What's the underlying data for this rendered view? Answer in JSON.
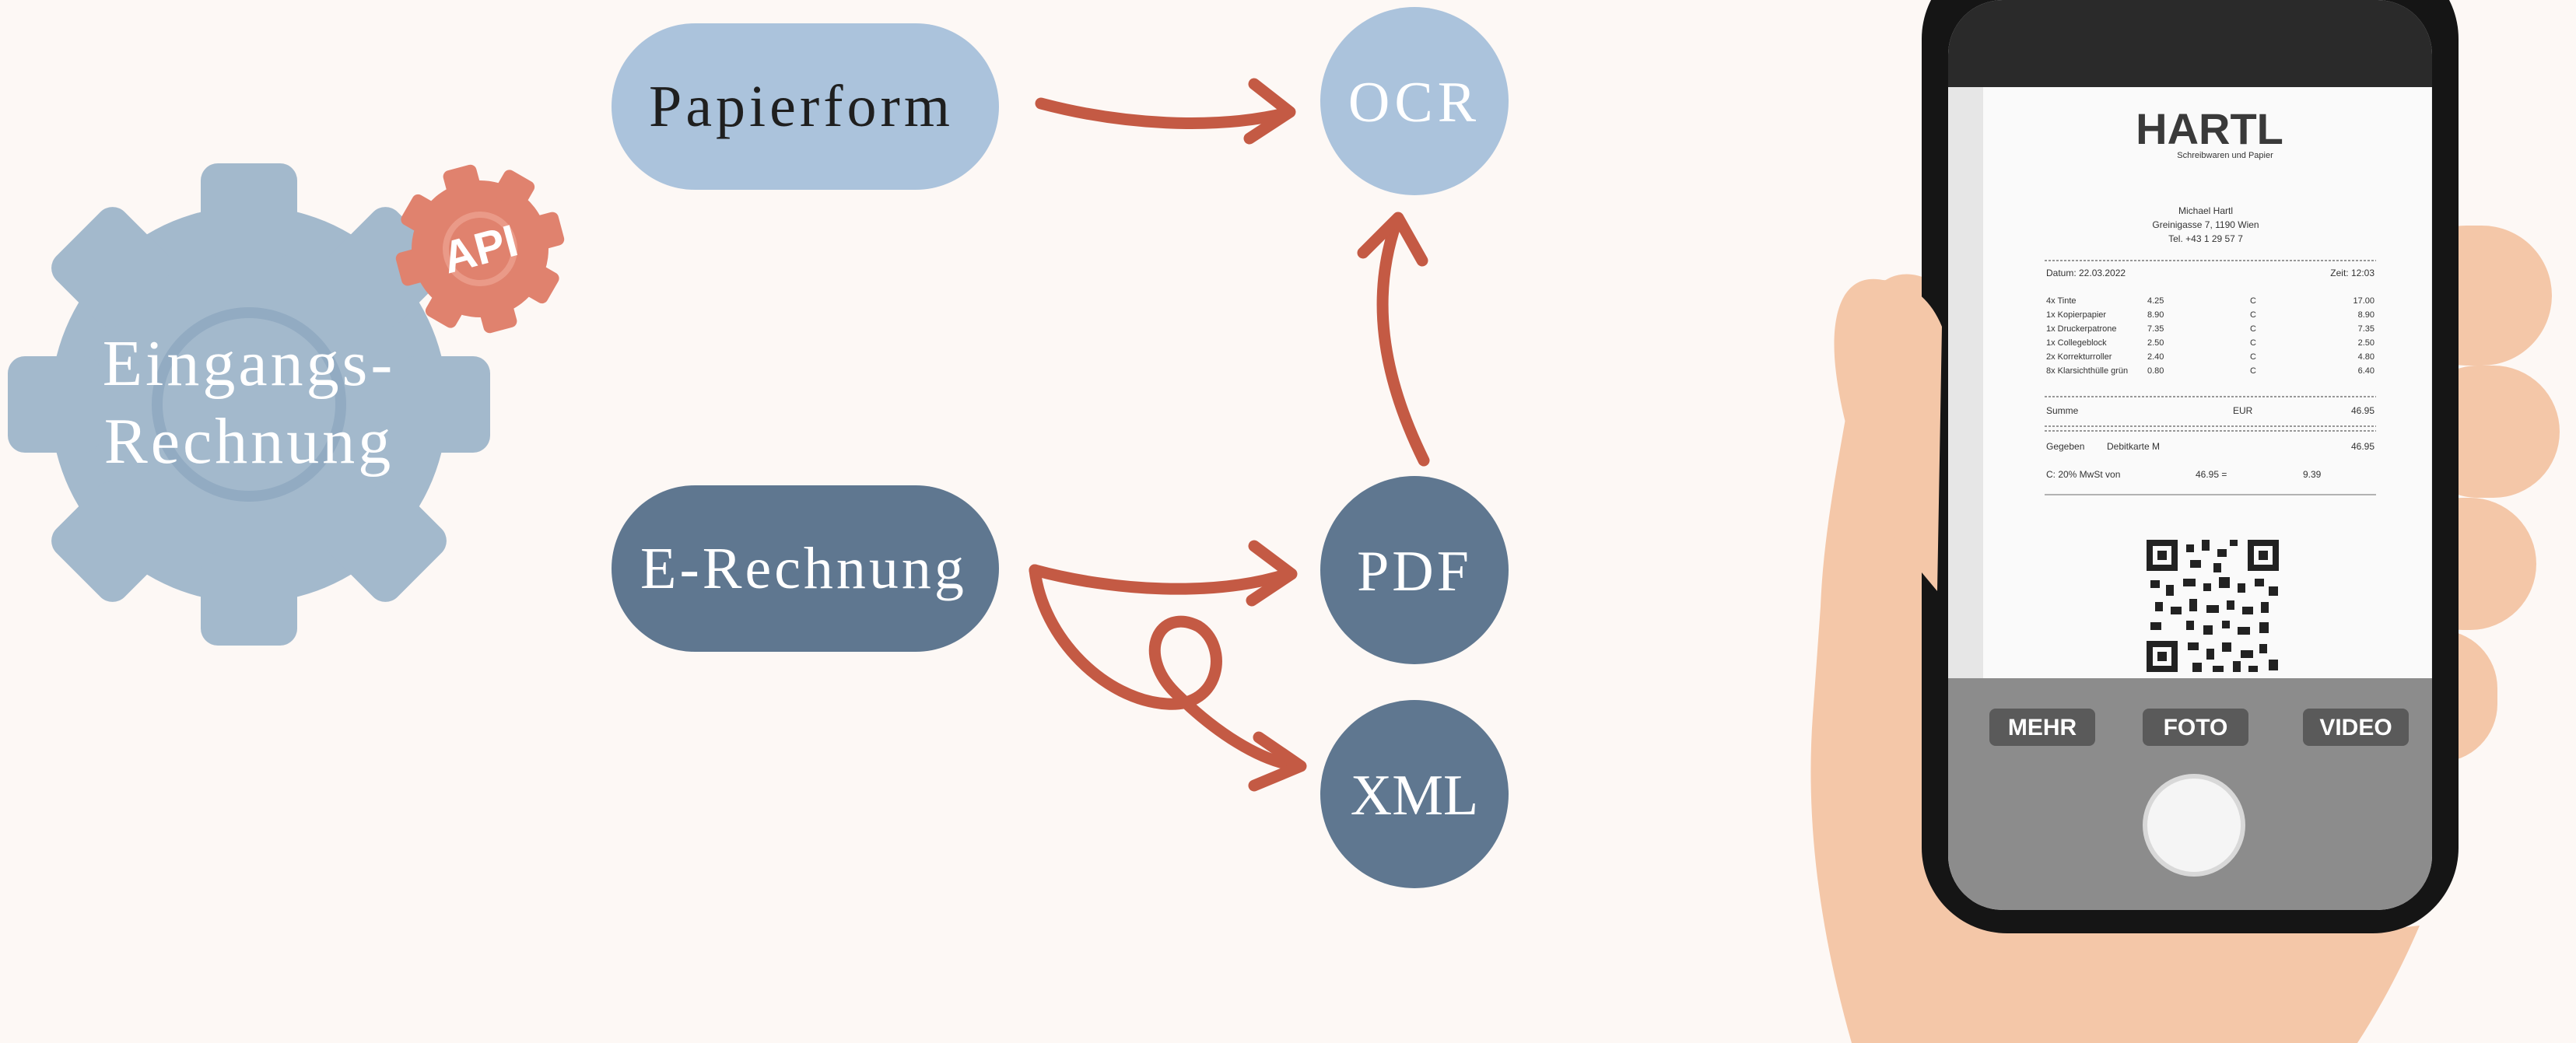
{
  "gear": {
    "label_line1": "Eingangs-",
    "label_line2": "Rechnung",
    "badge": "API"
  },
  "pills": {
    "paper": "Papierform",
    "einvoice": "E-Rechnung"
  },
  "circles": {
    "ocr": "OCR",
    "pdf": "PDF",
    "xml": "XML"
  },
  "phone": {
    "buttons": {
      "more": "MEHR",
      "photo": "FOTO",
      "video": "VIDEO"
    },
    "receipt": {
      "store": "HARTL",
      "tagline": "Schreibwaren und Papier",
      "owner": "Michael Hartl",
      "address": "Greinigasse 7, 1190 Wien",
      "phone": "Tel. +43 1 29 57 7",
      "date": "Datum: 22.03.2022",
      "time": "Zeit: 12:03",
      "items": [
        {
          "name": "4x Tinte",
          "price": "4.25",
          "code": "C",
          "total": "17.00"
        },
        {
          "name": "1x Kopierpapier",
          "price": "8.90",
          "code": "C",
          "total": "8.90"
        },
        {
          "name": "1x Druckerpatrone",
          "price": "7.35",
          "code": "C",
          "total": "7.35"
        },
        {
          "name": "1x Collegeblock",
          "price": "2.50",
          "code": "C",
          "total": "2.50"
        },
        {
          "name": "2x Korrekturroller",
          "price": "2.40",
          "code": "C",
          "total": "4.80"
        },
        {
          "name": "8x Klarsichthülle grün",
          "price": "0.80",
          "code": "C",
          "total": "6.40"
        }
      ],
      "sum_label": "Summe",
      "sum_currency": "EUR",
      "sum_value": "46.95",
      "paid_label": "Gegeben",
      "paid_method": "Debitkarte M",
      "paid_value": "46.95",
      "tax_label": "C:  20% MwSt von",
      "tax_base": "46.95 =",
      "tax_value": "9.39"
    }
  },
  "colors": {
    "background": "#fdf8f5",
    "light_blue": "#abc3dc",
    "dark_blue": "#5f7790",
    "gear": "#a3b9cc",
    "api_badge": "#e0826e",
    "arrow": "#c45a44",
    "skin": "#f4c7a8",
    "phone_body": "#151515"
  }
}
